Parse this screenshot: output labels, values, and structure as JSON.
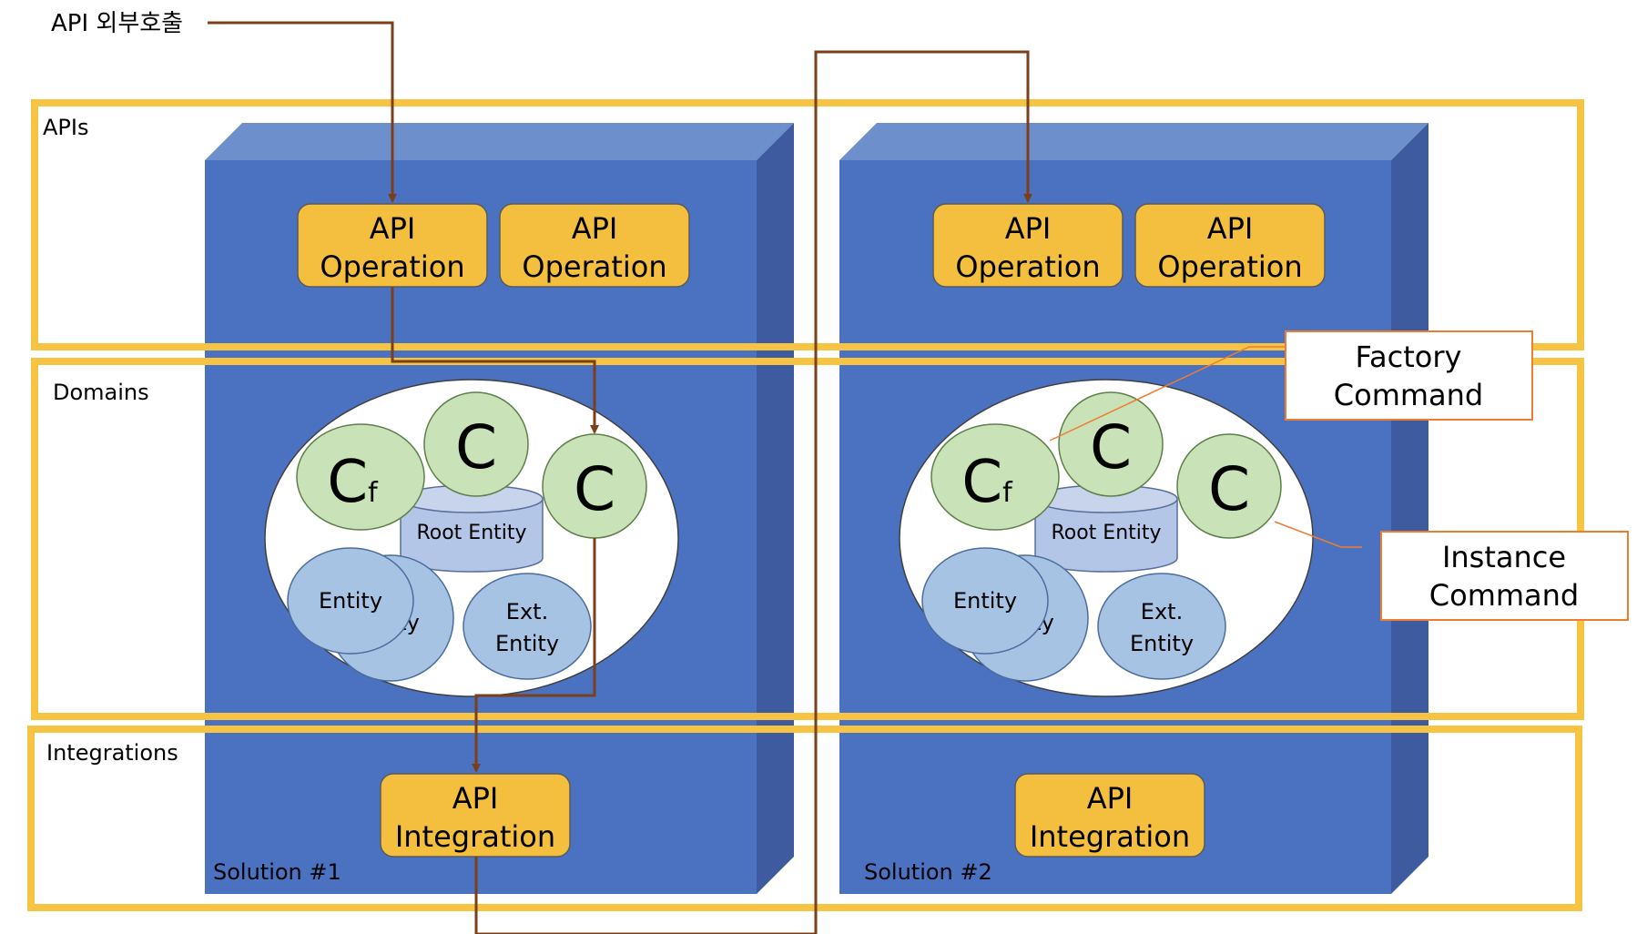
{
  "external_call_label": "API 외부호출",
  "layers": {
    "apis": "APIs",
    "domains": "Domains",
    "integrations": "Integrations"
  },
  "solutions": [
    {
      "name": "Solution #1",
      "api_operations": [
        {
          "line1": "API",
          "line2": "Operation"
        },
        {
          "line1": "API",
          "line2": "Operation"
        }
      ],
      "commands": {
        "factory": "C",
        "factory_sub": "f",
        "instance_top": "C",
        "instance_right": "C"
      },
      "root_entity": "Root Entity",
      "entity_back": "ty",
      "entity_front": "Entity",
      "ext_entity": {
        "line1": "Ext.",
        "line2": "Entity"
      },
      "api_integration": {
        "line1": "API",
        "line2": "Integration"
      }
    },
    {
      "name": "Solution #2",
      "api_operations": [
        {
          "line1": "API",
          "line2": "Operation"
        },
        {
          "line1": "API",
          "line2": "Operation"
        }
      ],
      "commands": {
        "factory": "C",
        "factory_sub": "f",
        "instance_top": "C",
        "instance_right": "C"
      },
      "root_entity": "Root Entity",
      "entity_back": "ty",
      "entity_front": "Entity",
      "ext_entity": {
        "line1": "Ext.",
        "line2": "Entity"
      },
      "api_integration": {
        "line1": "API",
        "line2": "Integration"
      }
    }
  ],
  "callouts": {
    "factory_command": {
      "line1": "Factory",
      "line2": "Command"
    },
    "instance_command": {
      "line1": "Instance",
      "line2": "Command"
    }
  },
  "colors": {
    "layer_border": "#F6C342",
    "solution_front": "#4A72C0",
    "solution_top": "#6D8FCC",
    "solution_side": "#3D5B9E",
    "api_box": "#F4BF3F",
    "command": "#C9E2B8",
    "entity": "#A6C3E4",
    "root_entity": "#B4C6E7",
    "flow_line": "#7B3F1A",
    "callout_border": "#ED7D31"
  }
}
